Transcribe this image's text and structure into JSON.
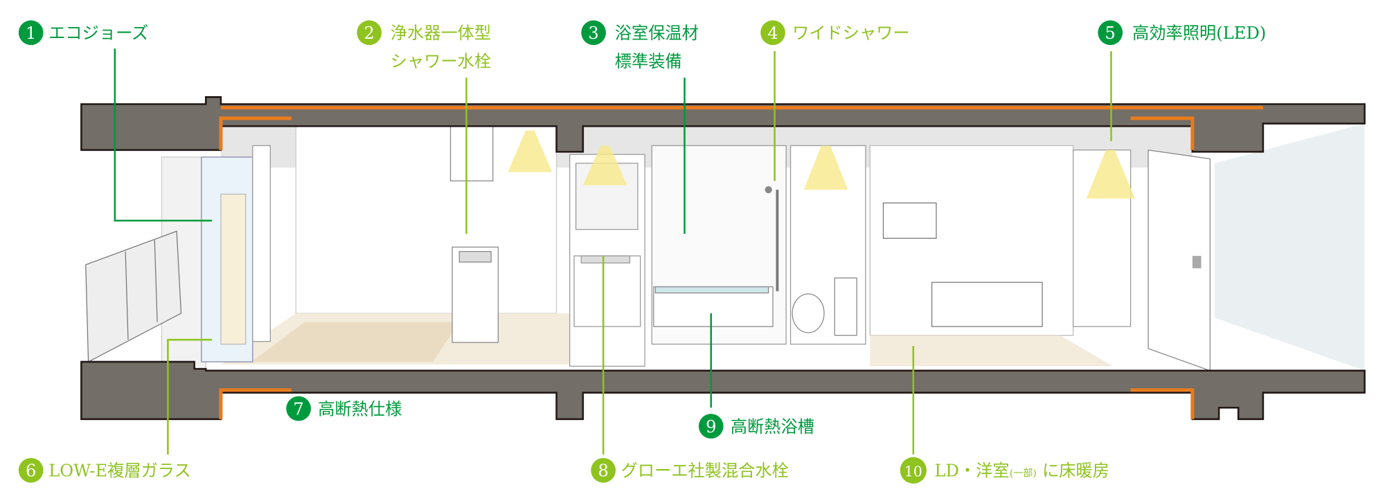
{
  "colors": {
    "primary_green": "#009a3e",
    "secondary_green": "#8fc31f",
    "slab": "#736e68",
    "insulation": "#e87c1e",
    "light": "#f7e98a"
  },
  "features": [
    {
      "number": "1",
      "lines": [
        "エコジョーズ"
      ]
    },
    {
      "number": "2",
      "lines": [
        "浄水器一体型",
        "シャワー水栓"
      ]
    },
    {
      "number": "3",
      "lines": [
        "浴室保温材",
        "標準装備"
      ]
    },
    {
      "number": "4",
      "lines": [
        "ワイドシャワー"
      ]
    },
    {
      "number": "5",
      "lines": [
        "高効率照明(LED)"
      ]
    },
    {
      "number": "6",
      "lines": [
        "LOW-E複層ガラス"
      ]
    },
    {
      "number": "7",
      "lines": [
        "高断熱仕様"
      ]
    },
    {
      "number": "8",
      "lines": [
        "グローエ社製混合水栓"
      ]
    },
    {
      "number": "9",
      "lines": [
        "高断熱浴槽"
      ]
    },
    {
      "number": "10",
      "lines": [
        "LD・洋室",
        "(一部)",
        "に床暖房"
      ]
    }
  ]
}
